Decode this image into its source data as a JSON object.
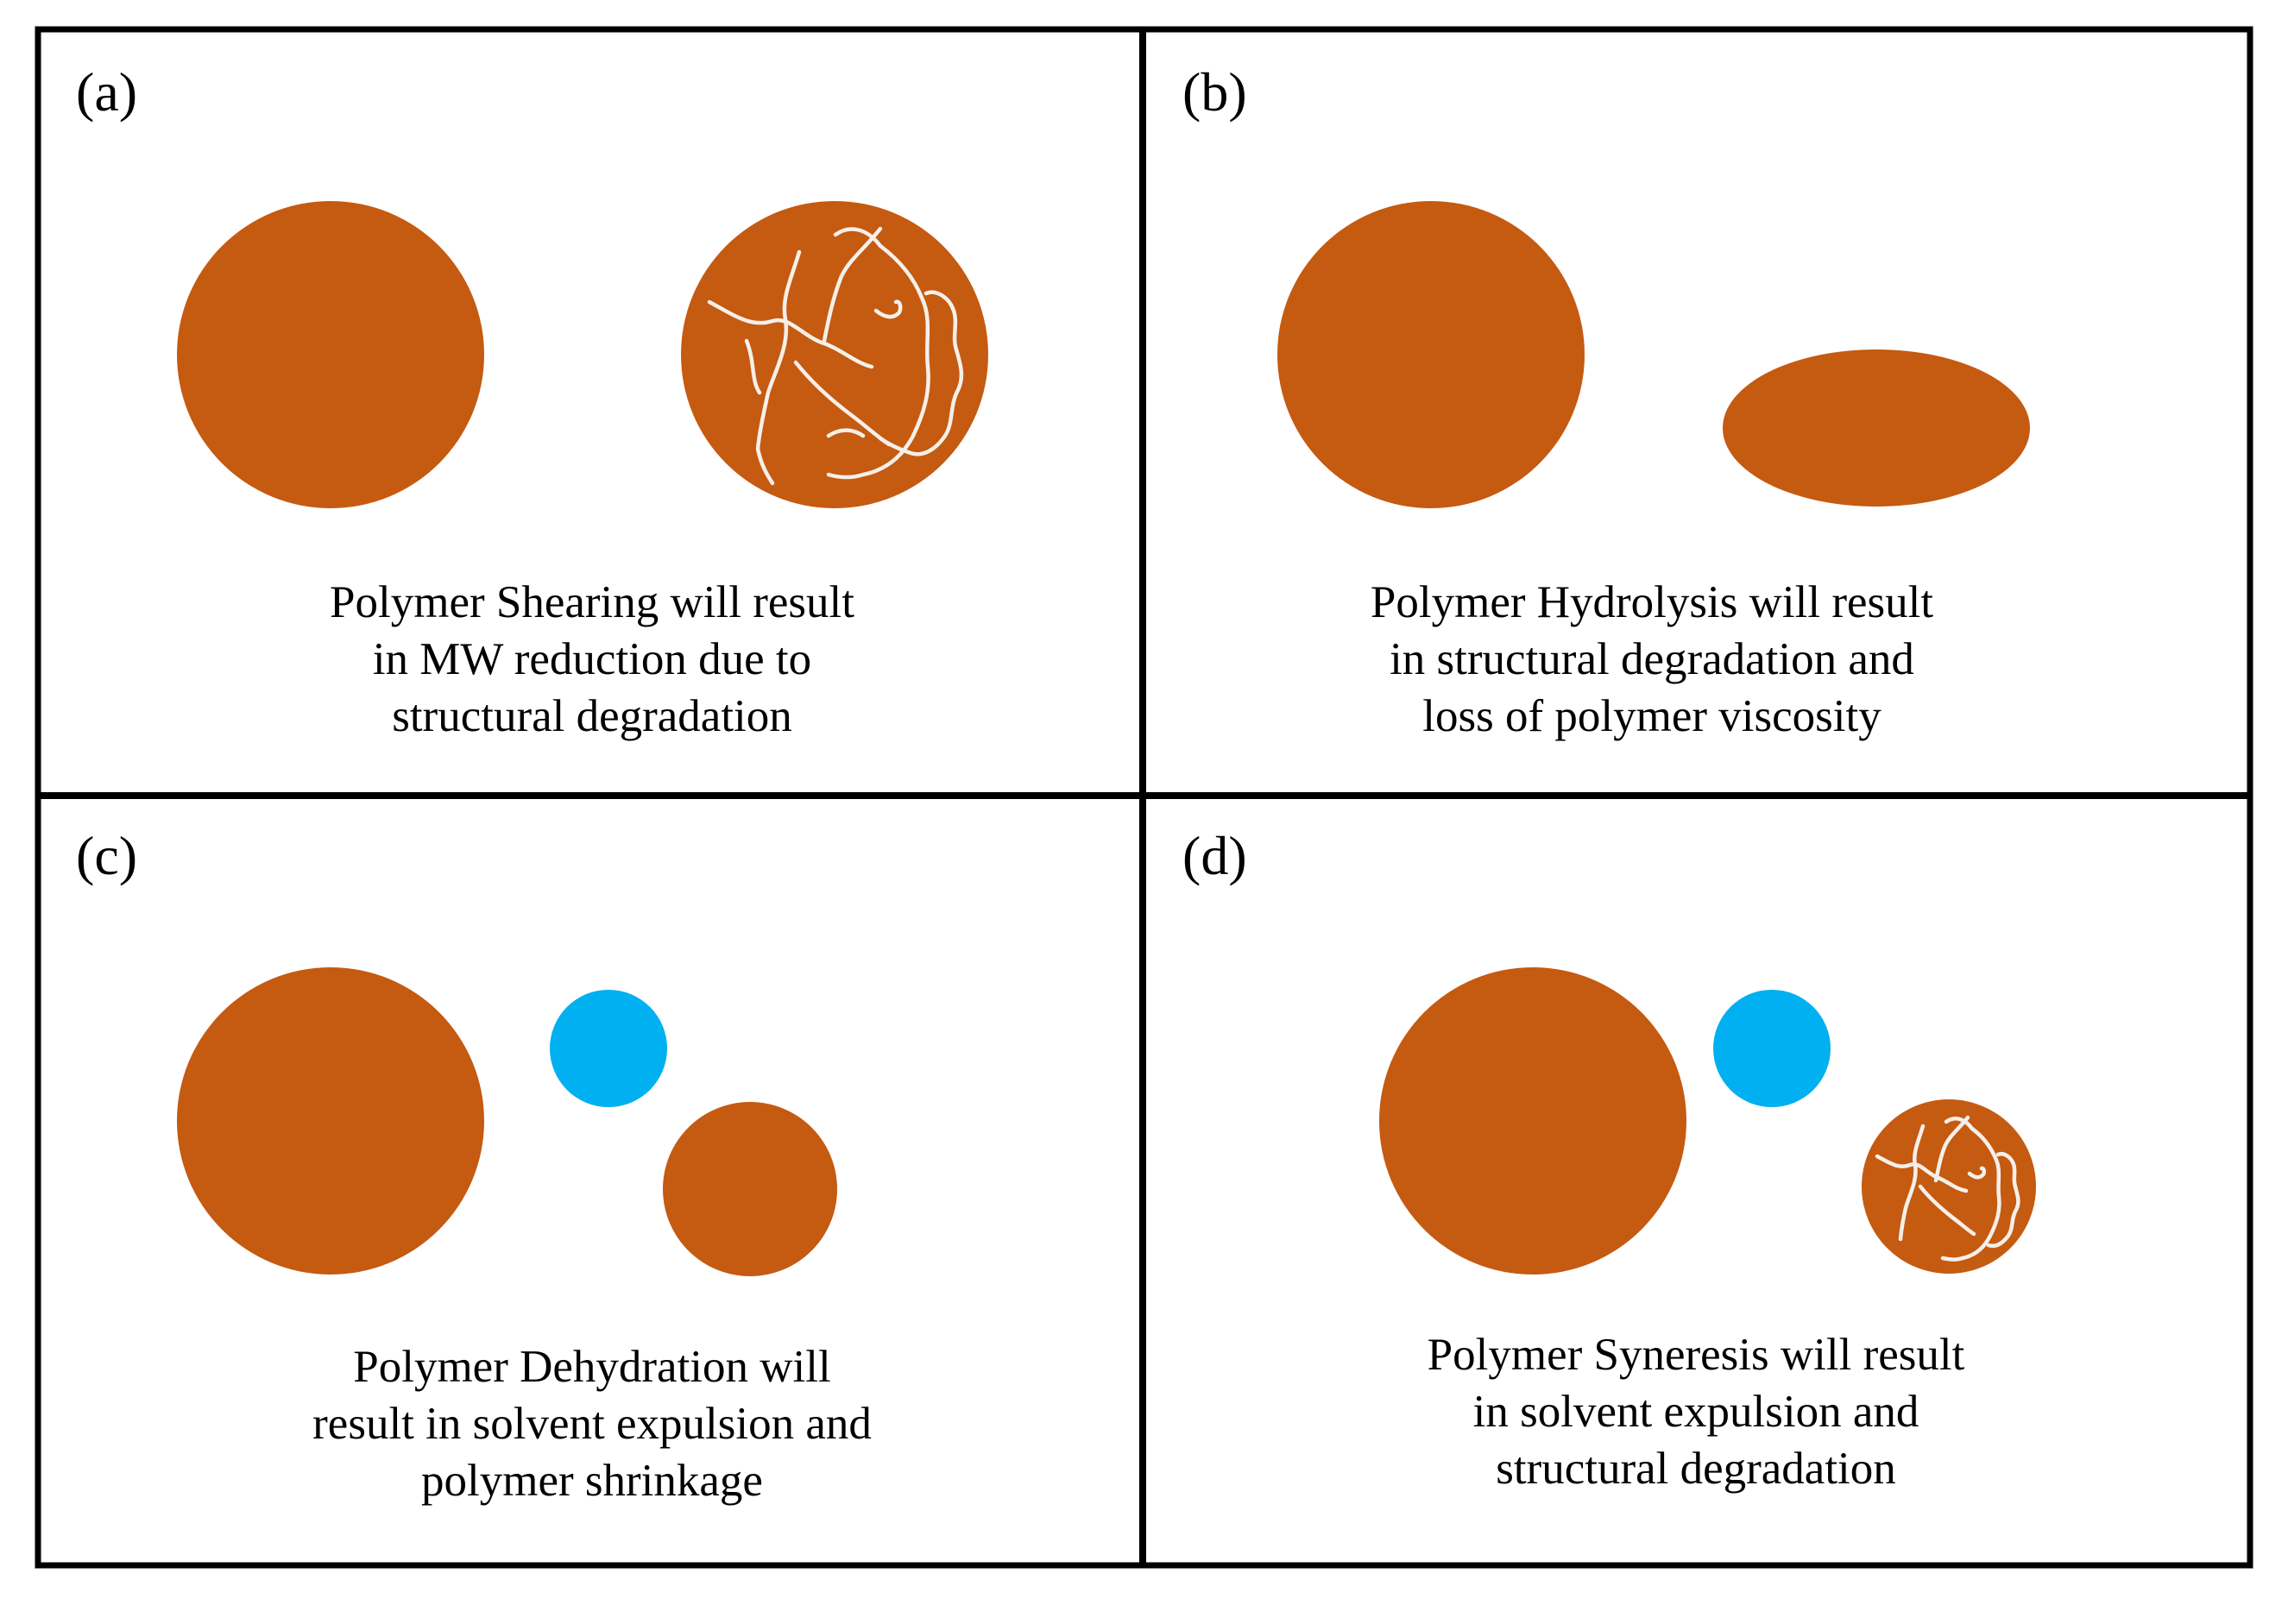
{
  "colors": {
    "polymer": "#c55a11",
    "water": "#00b0f0",
    "crack": "#f5efe8",
    "border": "#000000",
    "background": "#ffffff"
  },
  "panels": [
    {
      "label": "(a)",
      "caption": [
        "Polymer Shearing will result",
        "in MW reduction due to",
        "structural degradation"
      ]
    },
    {
      "label": "(b)",
      "caption": [
        "Polymer Hydrolysis will result",
        "in structural degradation and",
        "loss of polymer viscosity"
      ]
    },
    {
      "label": "(c)",
      "caption": [
        "Polymer Dehydration will",
        "result in solvent expulsion and",
        "polymer shrinkage"
      ]
    },
    {
      "label": "(d)",
      "caption": [
        "Polymer Syneresis will result",
        "in solvent expulsion and",
        "structural degradation"
      ]
    }
  ]
}
